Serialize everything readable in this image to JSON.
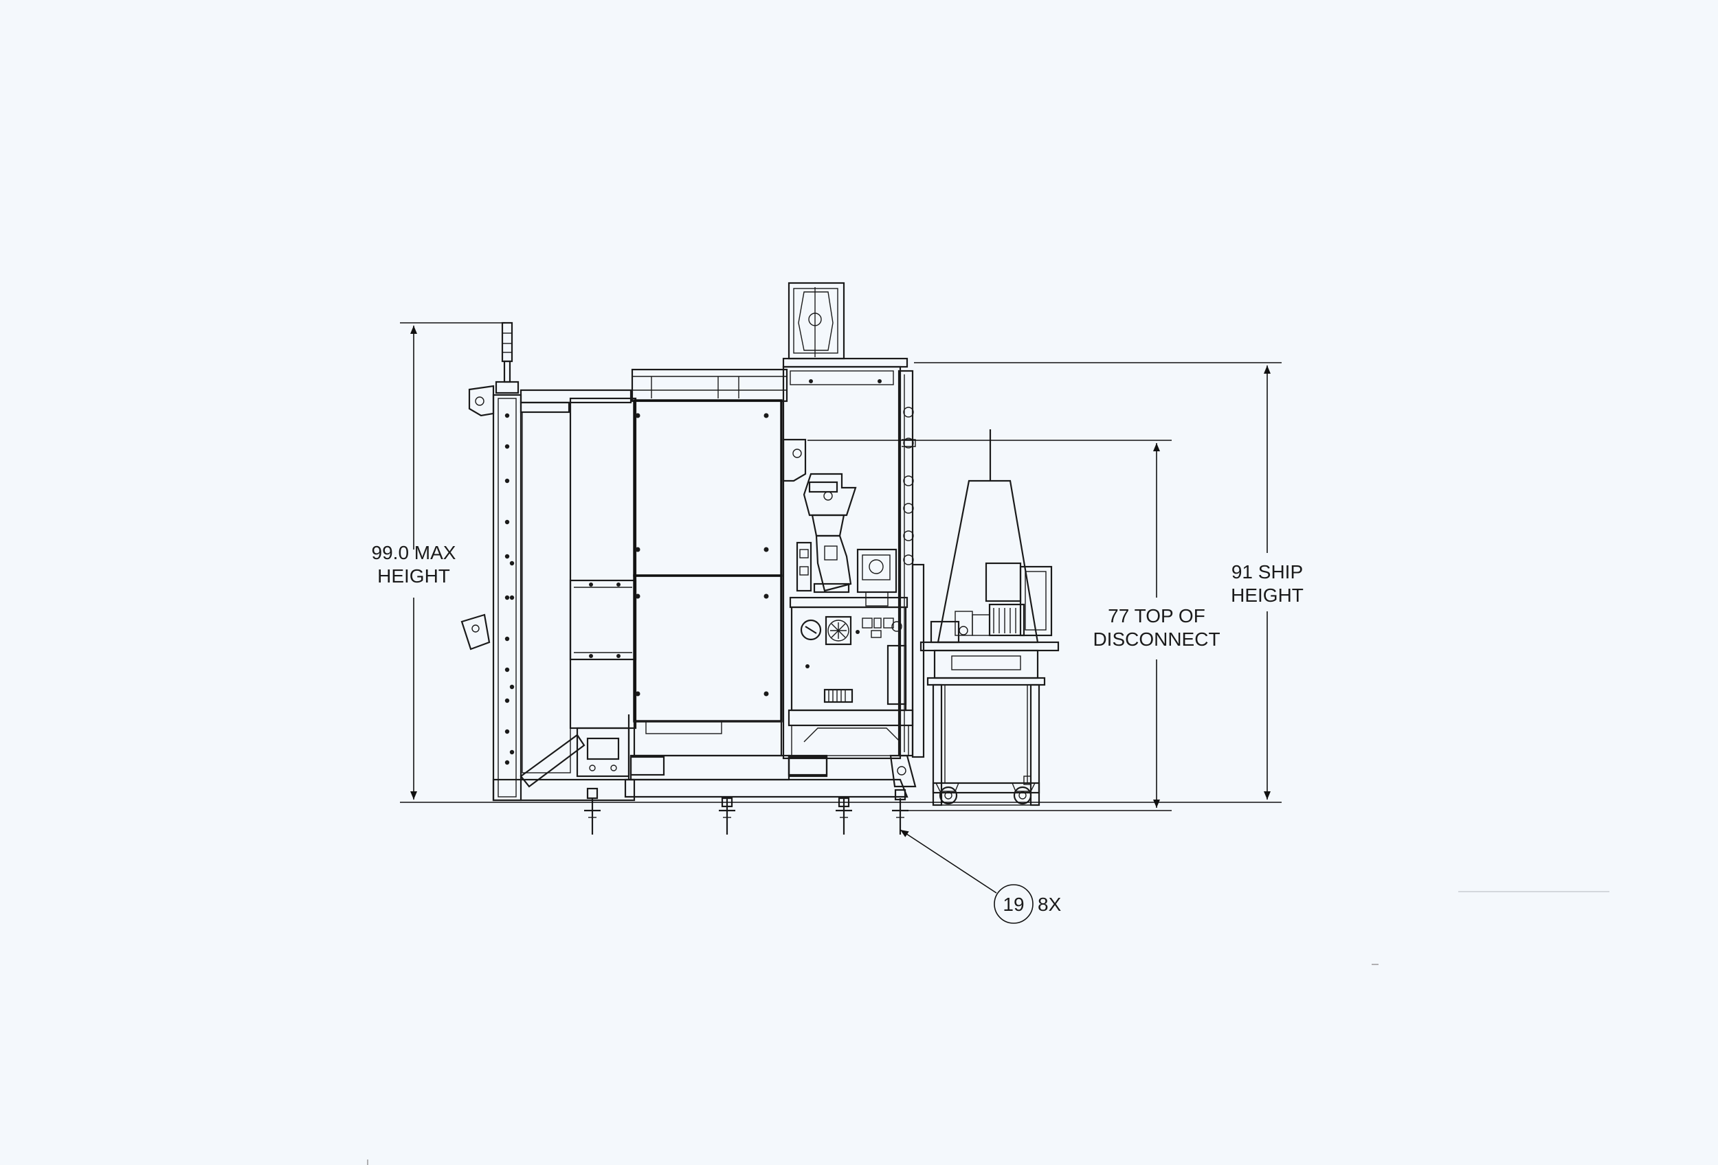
{
  "dimensions": {
    "max_height": {
      "line1": "99.0 MAX",
      "line2": "HEIGHT"
    },
    "disconnect": {
      "line1": "77 TOP OF",
      "line2": "DISCONNECT"
    },
    "ship_height": {
      "line1": "91 SHIP",
      "line2": "HEIGHT"
    }
  },
  "callout": {
    "item_number": "19",
    "quantity": "8X"
  }
}
